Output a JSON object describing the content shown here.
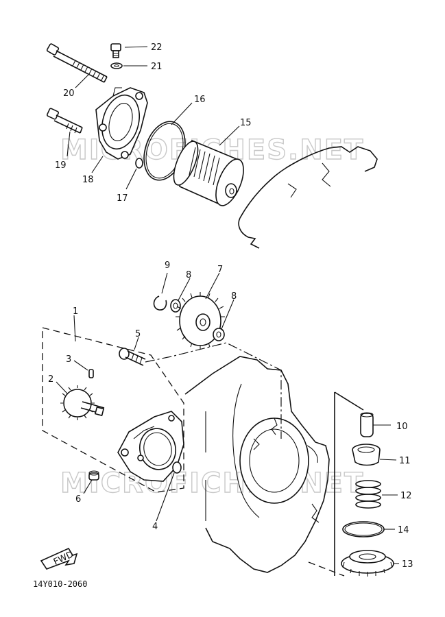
{
  "watermark": "MICROFICHES.NET",
  "drawing_code": "14Y010-2060",
  "fwd_label": "FWD",
  "callouts": [
    "1",
    "2",
    "3",
    "4",
    "5",
    "6",
    "7",
    "8",
    "8",
    "9",
    "10",
    "11",
    "12",
    "13",
    "14",
    "15",
    "16",
    "17",
    "18",
    "19",
    "20",
    "21",
    "22"
  ]
}
